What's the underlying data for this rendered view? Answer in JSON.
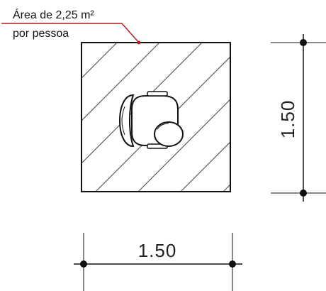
{
  "annotation": {
    "line1": "Área de 2,25 m²",
    "line2": "por pessoa",
    "leader_color": "#b01e23"
  },
  "dimensions": {
    "width_label": "1.50",
    "height_label": "1.50"
  },
  "icons": {
    "furniture": "office-chair-top-view-icon"
  },
  "colors": {
    "linework": "#111111",
    "hatch": "#444444",
    "background": "#ffffff"
  }
}
